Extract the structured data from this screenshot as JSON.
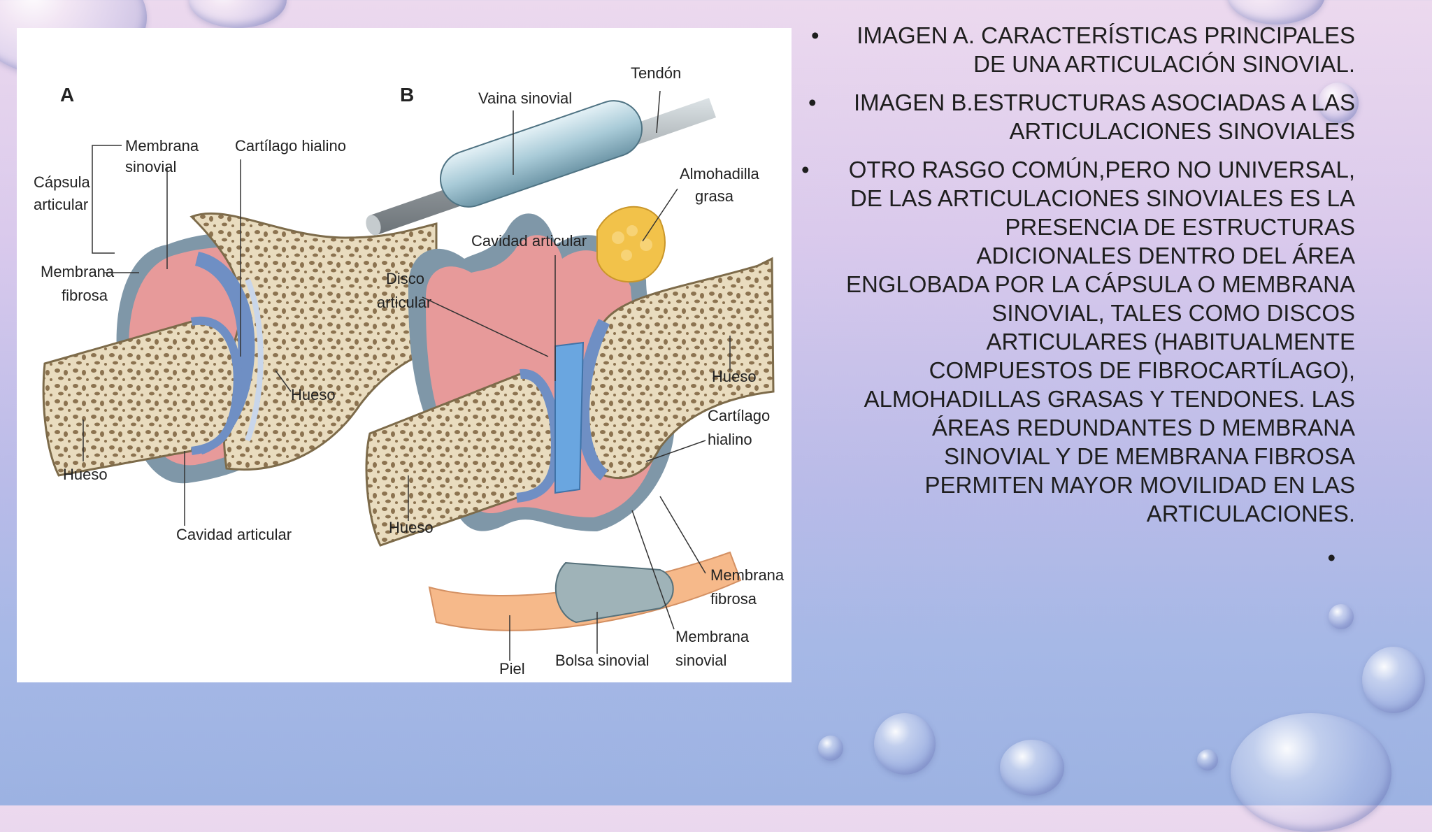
{
  "figure": {
    "panel_a_letter": "A",
    "panel_b_letter": "B",
    "labels_a": {
      "membrana_sinovial": [
        "Membrana",
        "sinovial"
      ],
      "capsula_articular": [
        "Cápsula",
        "articular"
      ],
      "cartilago_hialino": "Cartílago hialino",
      "membrana_fibrosa": [
        "Membrana",
        "fibrosa"
      ],
      "hueso_right": "Hueso",
      "hueso_left": "Hueso",
      "cavidad_articular": "Cavidad articular"
    },
    "labels_b": {
      "tendon": "Tendón",
      "vaina_sinovial": "Vaina sinovial",
      "almohadilla_grasa": [
        "Almohadilla",
        "grasa"
      ],
      "cavidad_articular": "Cavidad articular",
      "disco_articular": [
        "Disco",
        "articular"
      ],
      "hueso_right": "Hueso",
      "cartilago_hialino": [
        "Cartílago",
        "hialino"
      ],
      "hueso_left": "Hueso",
      "membrana_fibrosa": [
        "Membrana",
        "fibrosa"
      ],
      "membrana_sinovial": [
        "Membrana",
        "sinovial"
      ],
      "piel": "Piel",
      "bolsa_sinovial": "Bolsa sinovial"
    }
  },
  "bullets": [
    {
      "lines": [
        "IMAGEN A. CARACTERÍSTICAS PRINCIPALES",
        "DE UNA ARTICULACIÓN SINOVIAL."
      ]
    },
    {
      "lines": [
        "IMAGEN B.ESTRUCTURAS ASOCIADAS A LAS",
        "ARTICULACIONES SINOVIALES"
      ]
    },
    {
      "lines": [
        "OTRO RASGO COMÚN,PERO NO UNIVERSAL,",
        "DE LAS ARTICULACIONES SINOVIALES ES LA",
        "PRESENCIA DE ESTRUCTURAS",
        "ADICIONALES DENTRO DEL ÁREA",
        "ENGLOBADA POR LA CÁPSULA O MEMBRANA",
        "SINOVIAL, TALES COMO DISCOS",
        "ARTICULARES (HABITUALMENTE",
        "COMPUESTOS DE FIBROCARTÍLAGO),",
        "ALMOHADILLAS GRASAS Y TENDONES. LAS",
        "ÁREAS REDUNDANTES D MEMBRANA",
        "SINOVIAL Y DE MEMBRANA FIBROSA",
        "PERMITEN MAYOR MOVILIDAD EN LAS",
        "ARTICULACIONES."
      ]
    },
    {
      "lines": []
    }
  ],
  "bullet_symbol": "•",
  "colors": {
    "bone": "#e9dcbf",
    "bone_texture": "#8c7350",
    "cartilage": "#6f8fc4",
    "synovial": "#e79a9a",
    "capsule": "#7f97a8",
    "fat": "#f2c24a",
    "skin": "#f6b98a",
    "tendon": "#9aa0a4"
  }
}
